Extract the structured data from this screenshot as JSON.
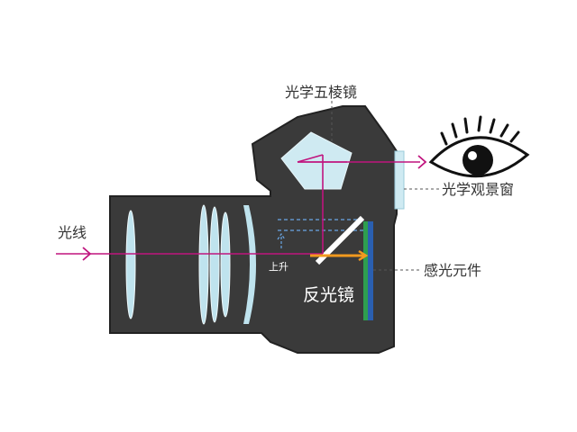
{
  "labels": {
    "pentaprism": "光学五棱镜",
    "viewfinder": "光学观景窗",
    "light": "光线",
    "sensor": "感光元件",
    "mirror": "反光镜",
    "rise": "上升"
  },
  "colors": {
    "body": "#3a3a3a",
    "outline": "#222222",
    "lens_element": "#bfe3ee",
    "light_ray": "#c0147e",
    "prism": "#cfeaf2",
    "mirror": "#ffffff",
    "shutter": "#f29a1e",
    "sensor_green": "#2e9e4f",
    "sensor_blue": "#2a5fb0",
    "dashed_mirror": "#6aa7e6",
    "leader": "#555555"
  },
  "icons": {
    "eye": "eye-icon"
  }
}
